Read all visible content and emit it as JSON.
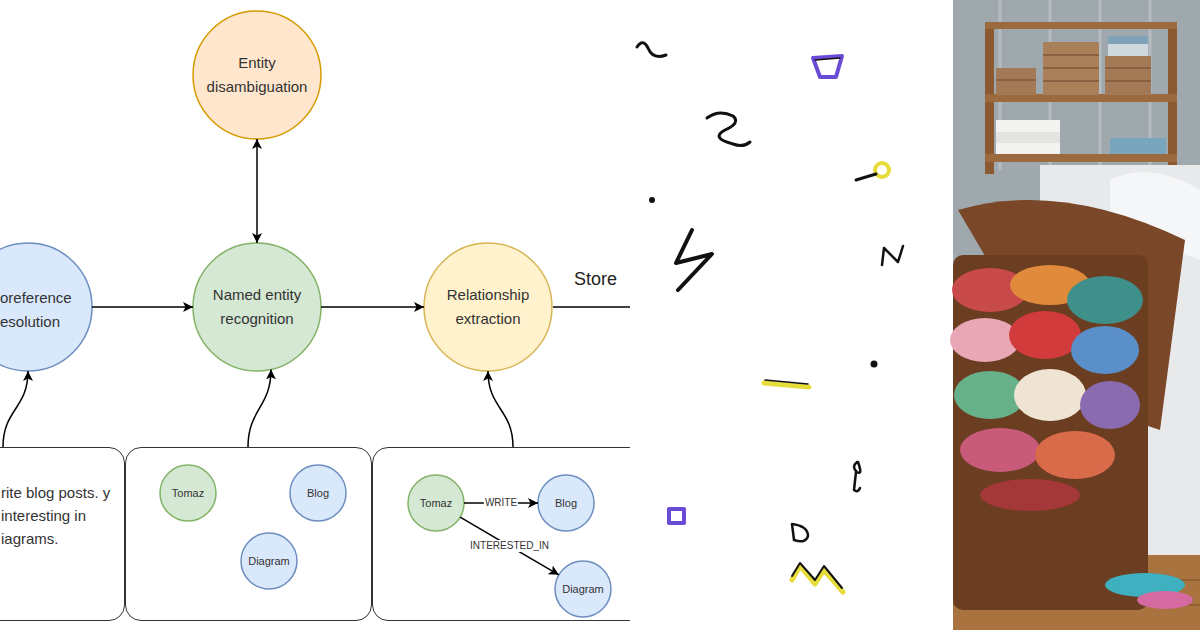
{
  "diagram": {
    "nodes": [
      {
        "text": [
          "Entity disambiguation"
        ]
      },
      {
        "text": [
          "oreference esolution"
        ]
      },
      {
        "text": [
          "Named entity recognition"
        ]
      },
      {
        "text": [
          "Relationship extraction"
        ]
      },
      {
        "text": [
          "rite blog posts. y interesting in iagrams."
        ]
      },
      {
        "text": []
      },
      {
        "text": [
          "Tomaz"
        ],
        "in": 5
      },
      {
        "text": [
          "Blog"
        ],
        "in": 5
      },
      {
        "text": [
          "Diagram"
        ],
        "in": 5
      },
      {
        "text": []
      },
      {
        "text": [
          "Tomaz"
        ],
        "in": 9
      },
      {
        "text": [
          "Blog"
        ],
        "in": 9
      },
      {
        "text": [
          "Diagram"
        ],
        "in": 9
      }
    ],
    "edges": [
      {
        "from": 1,
        "to": 2,
        "arrow": "to"
      },
      {
        "from": 2,
        "to": 0,
        "arrow": "both"
      },
      {
        "from": 2,
        "to": 3,
        "arrow": "to"
      },
      {
        "from": 4,
        "to": 1,
        "arrow": "to"
      },
      {
        "from": 5,
        "to": 2,
        "arrow": "to"
      },
      {
        "from": 9,
        "to": 3,
        "arrow": "to"
      },
      {
        "from": 10,
        "to": 11,
        "label": "WRITE",
        "arrow": "to"
      },
      {
        "from": 10,
        "to": 12,
        "label": "INTERESTED_IN",
        "arrow": "to"
      }
    ],
    "labels": [
      "Store"
    ]
  }
}
